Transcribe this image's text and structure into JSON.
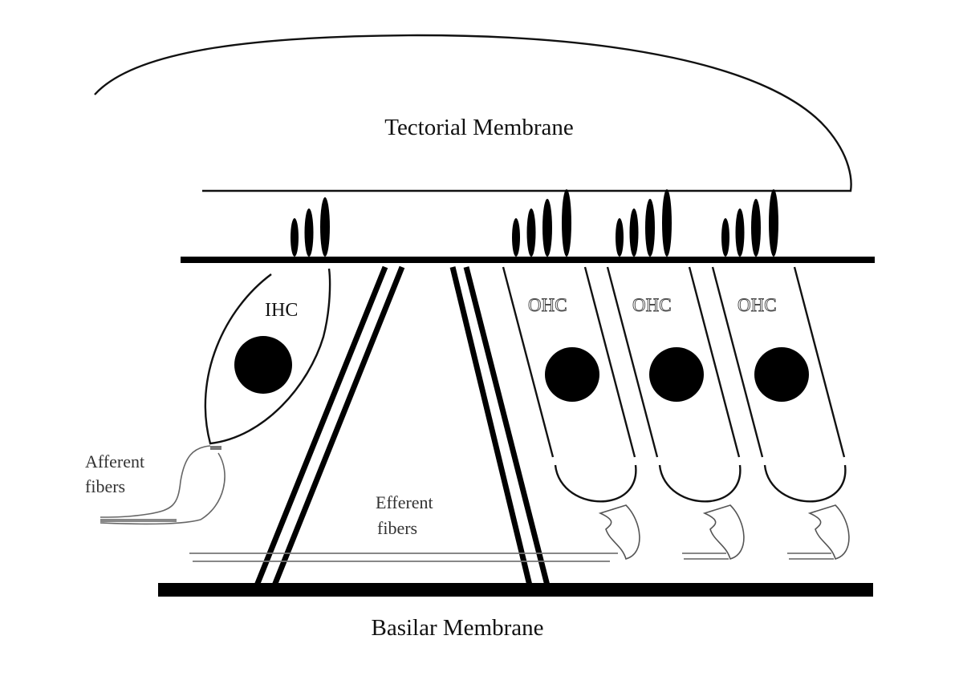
{
  "labels": {
    "tectorial": "Tectorial Membrane",
    "basilar": "Basilar Membrane",
    "ihc": "IHC",
    "ohc": [
      "OHC",
      "OHC",
      "OHC"
    ],
    "afferent_line1": "Afferent",
    "afferent_line2": "fibers",
    "efferent_line1": "Efferent",
    "efferent_line2": "fibers"
  }
}
